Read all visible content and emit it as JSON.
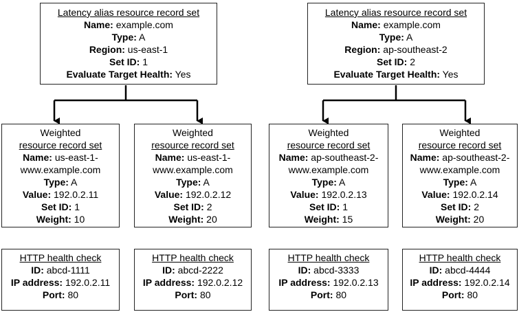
{
  "latency": [
    {
      "title": "Latency alias resource record set",
      "fields": [
        {
          "label": "Name:",
          "value": " example.com"
        },
        {
          "label": "Type:",
          "value": " A"
        },
        {
          "label": "Region:",
          "value": " us-east-1"
        },
        {
          "label": "Set ID:",
          "value": " 1"
        },
        {
          "label": "Evaluate Target Health:",
          "value": " Yes"
        }
      ]
    },
    {
      "title": "Latency alias resource record set",
      "fields": [
        {
          "label": "Name:",
          "value": " example.com"
        },
        {
          "label": "Type:",
          "value": " A"
        },
        {
          "label": "Region:",
          "value": " ap-southeast-2"
        },
        {
          "label": "Set ID:",
          "value": " 2"
        },
        {
          "label": "Evaluate Target Health:",
          "value": " Yes"
        }
      ]
    }
  ],
  "weighted": [
    {
      "title_line1": "Weighted",
      "title_line2": "resource record set",
      "name_label": "Name:",
      "name_value": " us-east-1-",
      "name_cont": "www.example.com",
      "fields": [
        {
          "label": "Type:",
          "value": " A"
        },
        {
          "label": "Value:",
          "value": " 192.0.2.11"
        },
        {
          "label": "Set ID:",
          "value": " 1"
        },
        {
          "label": "Weight:",
          "value": " 10"
        }
      ]
    },
    {
      "title_line1": "Weighted",
      "title_line2": "resource record set",
      "name_label": "Name:",
      "name_value": " us-east-1-",
      "name_cont": "www.example.com",
      "fields": [
        {
          "label": "Type:",
          "value": " A"
        },
        {
          "label": "Value:",
          "value": " 192.0.2.12"
        },
        {
          "label": "Set ID:",
          "value": " 2"
        },
        {
          "label": "Weight:",
          "value": " 20"
        }
      ]
    },
    {
      "title_line1": "Weighted",
      "title_line2": "resource record set",
      "name_label": "Name:",
      "name_value": " ap-southeast-2-",
      "name_cont": "www.example.com",
      "fields": [
        {
          "label": "Type:",
          "value": " A"
        },
        {
          "label": "Value:",
          "value": " 192.0.2.13"
        },
        {
          "label": "Set ID:",
          "value": " 1"
        },
        {
          "label": "Weight:",
          "value": " 15"
        }
      ]
    },
    {
      "title_line1": "Weighted",
      "title_line2": "resource record set",
      "name_label": "Name:",
      "name_value": " ap-southeast-2-",
      "name_cont": "www.example.com",
      "fields": [
        {
          "label": "Type:",
          "value": " A"
        },
        {
          "label": "Value:",
          "value": " 192.0.2.14"
        },
        {
          "label": "Set ID:",
          "value": " 2"
        },
        {
          "label": "Weight:",
          "value": " 20"
        }
      ]
    }
  ],
  "health": [
    {
      "title": "HTTP health check",
      "fields": [
        {
          "label": "ID:",
          "value": " abcd-1111"
        },
        {
          "label": "IP address:",
          "value": " 192.0.2.11"
        },
        {
          "label": "Port:",
          "value": " 80"
        }
      ]
    },
    {
      "title": "HTTP health check",
      "fields": [
        {
          "label": "ID:",
          "value": " abcd-2222"
        },
        {
          "label": "IP address:",
          "value": " 192.0.2.12"
        },
        {
          "label": "Port:",
          "value": " 80"
        }
      ]
    },
    {
      "title": "HTTP health check",
      "fields": [
        {
          "label": "ID:",
          "value": " abcd-3333"
        },
        {
          "label": "IP address:",
          "value": " 192.0.2.13"
        },
        {
          "label": "Port:",
          "value": " 80"
        }
      ]
    },
    {
      "title": "HTTP health check",
      "fields": [
        {
          "label": "ID:",
          "value": " abcd-4444"
        },
        {
          "label": "IP address:",
          "value": " 192.0.2.14"
        },
        {
          "label": "Port:",
          "value": " 80"
        }
      ]
    }
  ]
}
